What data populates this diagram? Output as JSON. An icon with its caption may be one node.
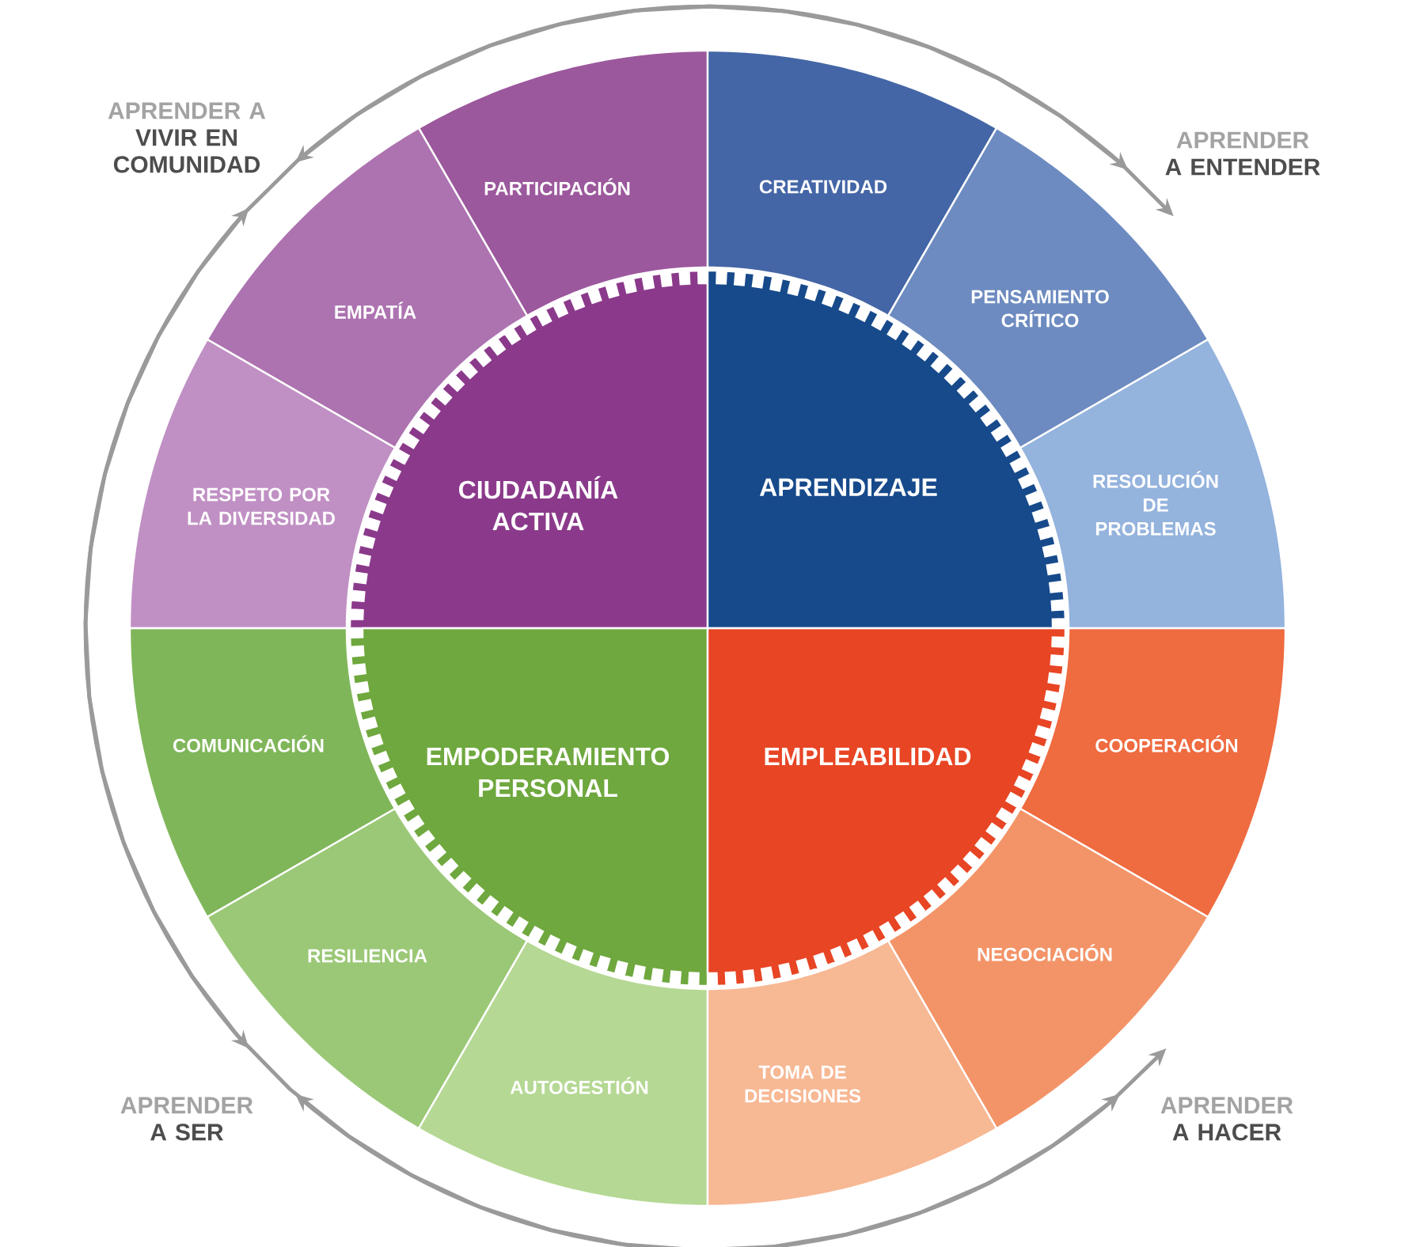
{
  "diagram": {
    "nodes": [
      {
        "text": [
          "APRENDER A",
          "VIVIR EN COMUNIDAD"
        ]
      },
      {
        "text": [
          "APRENDER",
          "A ENTENDER"
        ]
      },
      {
        "text": [
          "PARTICIPACIÓN"
        ]
      },
      {
        "text": [
          "CREATIVIDAD"
        ]
      },
      {
        "text": [
          "EMPATÍA"
        ]
      },
      {
        "text": [
          "PENSAMIENTO CRÍTICO"
        ]
      },
      {
        "text": [
          "RESPETO POR LA DIVERSIDAD"
        ]
      },
      {
        "text": [
          "CIUDADANÍA ACTIVA"
        ]
      },
      {
        "text": [
          "APRENDIZAJE"
        ]
      },
      {
        "text": [
          "RESOLUCIÓN DE PROBLEMAS"
        ]
      },
      {
        "text": [
          "COMUNICACIÓN"
        ]
      },
      {
        "text": [
          "EMPODERAMIENTO PERSONAL"
        ]
      },
      {
        "text": [
          "EMPLEABILIDAD"
        ]
      },
      {
        "text": [
          "COOPERACIÓN"
        ]
      },
      {
        "text": [
          "RESILIENCIA"
        ]
      },
      {
        "text": [
          "NEGOCIACIÓN"
        ]
      },
      {
        "text": [
          "AUTOGESTIÓN"
        ]
      },
      {
        "text": [
          "TOMA DE DECISIONES"
        ]
      },
      {
        "text": [
          "APRENDER",
          "A SER"
        ]
      },
      {
        "text": [
          "APRENDER",
          "A HACER"
        ]
      }
    ],
    "edges": [
      {
        "from": 0,
        "to": 1,
        "arrow": "both"
      },
      {
        "from": 0,
        "to": 18,
        "arrow": "both"
      },
      {
        "from": 18,
        "to": 19,
        "arrow": "both"
      },
      {
        "from": 1,
        "to": 19,
        "arrow": "both"
      }
    ]
  }
}
